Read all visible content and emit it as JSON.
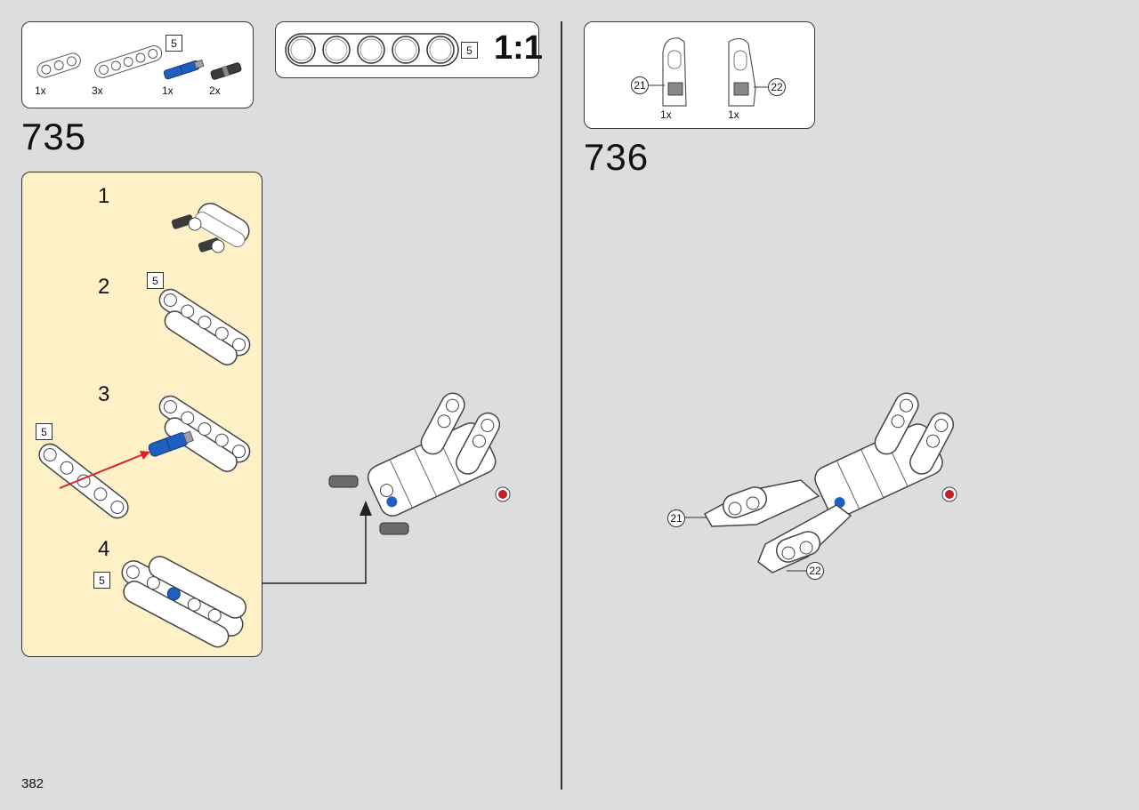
{
  "page_number": "382",
  "step_735": {
    "number": "735",
    "parts": [
      {
        "qty": "1x"
      },
      {
        "qty": "3x",
        "length_tag": "5"
      },
      {
        "qty": "1x"
      },
      {
        "qty": "2x"
      }
    ],
    "scale": {
      "tag": "5",
      "label": "1:1"
    },
    "substeps": [
      {
        "number": "1"
      },
      {
        "number": "2",
        "tag": "5"
      },
      {
        "number": "3",
        "tag": "5"
      },
      {
        "number": "4",
        "tag": "5"
      }
    ]
  },
  "step_736": {
    "number": "736",
    "parts": [
      {
        "qty": "1x",
        "callout": "21"
      },
      {
        "qty": "1x",
        "callout": "22"
      }
    ],
    "callouts": [
      "21",
      "22"
    ]
  },
  "colors": {
    "background": "#dcdddf",
    "substep_panel": "#fef0c7",
    "technic_blue": "#1f5fbf",
    "arrow_red": "#d9232a",
    "pin_gray": "#555555"
  }
}
